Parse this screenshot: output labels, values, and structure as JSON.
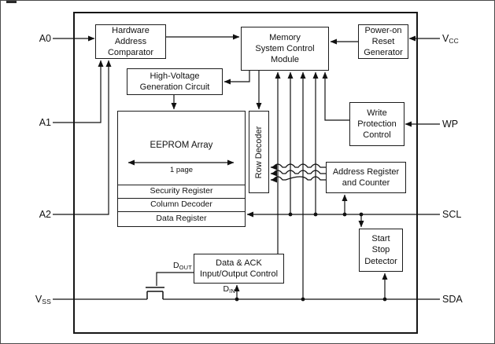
{
  "figure": {
    "pins": {
      "a0": "A0",
      "a1": "A1",
      "a2": "A2",
      "vss_main": "V",
      "vss_sub": "SS",
      "vcc_main": "V",
      "vcc_sub": "CC",
      "wp": "WP",
      "scl": "SCL",
      "sda": "SDA"
    },
    "blocks": {
      "hardware_address_comparator": "Hardware\nAddress\nComparator",
      "memory_system_control_module": "Memory\nSystem Control\nModule",
      "power_on_reset_generator": "Power-on\nReset\nGenerator",
      "high_voltage_generation": "High-Voltage\nGeneration Circuit",
      "write_protection_control": "Write\nProtection\nControl",
      "eeprom_array": "EEPROM Array",
      "eeprom_page": "1 page",
      "row_decoder": "Row Decoder",
      "security_register": "Security Register",
      "column_decoder": "Column Decoder",
      "data_register": "Data Register",
      "address_register_counter": "Address Register\nand Counter",
      "start_stop_detector": "Start\nStop\nDetector",
      "data_ack_io_control": "Data & ACK\nInput/Output Control"
    },
    "signals": {
      "dout_main": "D",
      "dout_sub": "OUT",
      "din_main": "D",
      "din_sub": "IN"
    }
  }
}
